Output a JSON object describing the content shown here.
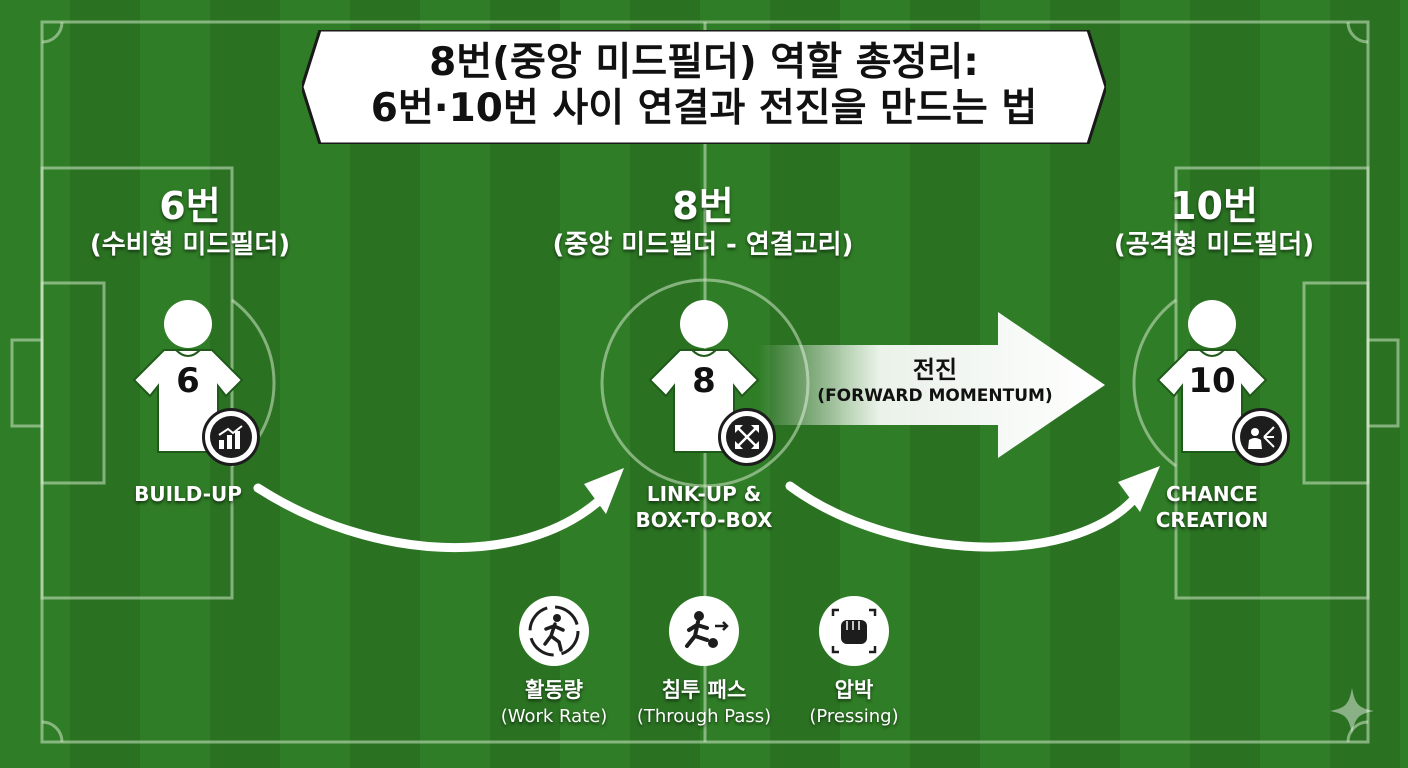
{
  "title": {
    "line1": "8번(중앙 미드필더) 역할 총정리:",
    "line2": "6번·10번 사이 연결과 전진을 만드는 법"
  },
  "players": [
    {
      "num_label": "6번",
      "role": "(수비형 미드필더)",
      "jersey": "6",
      "caption": "BUILD-UP",
      "badge_icon": "growth-chart-icon"
    },
    {
      "num_label": "8번",
      "role": "(중앙 미드필더 - 연결고리)",
      "jersey": "8",
      "caption_line1": "LINK-UP &",
      "caption_line2": "BOX-TO-BOX",
      "badge_icon": "expand-arrows-icon"
    },
    {
      "num_label": "10번",
      "role": "(공격형 미드필더)",
      "jersey": "10",
      "caption_line1": "CHANCE",
      "caption_line2": "CREATION",
      "badge_icon": "playmaker-icon"
    }
  ],
  "forward_arrow": {
    "label_ko": "전진",
    "label_en": "(FORWARD MOMENTUM)"
  },
  "traits": [
    {
      "icon": "running-player-icon",
      "label_ko": "활동량",
      "label_en": "(Work Rate)"
    },
    {
      "icon": "kicking-player-icon",
      "label_ko": "침투 패스",
      "label_en": "(Through Pass)"
    },
    {
      "icon": "fist-icon",
      "label_ko": "압박",
      "label_en": "(Pressing)"
    }
  ],
  "colors": {
    "pitch_light": "#2f7d26",
    "pitch_dark": "#2a7222",
    "lines": "#cfe5c8",
    "jersey": "#ffffff",
    "badge": "#1d1d1d"
  }
}
